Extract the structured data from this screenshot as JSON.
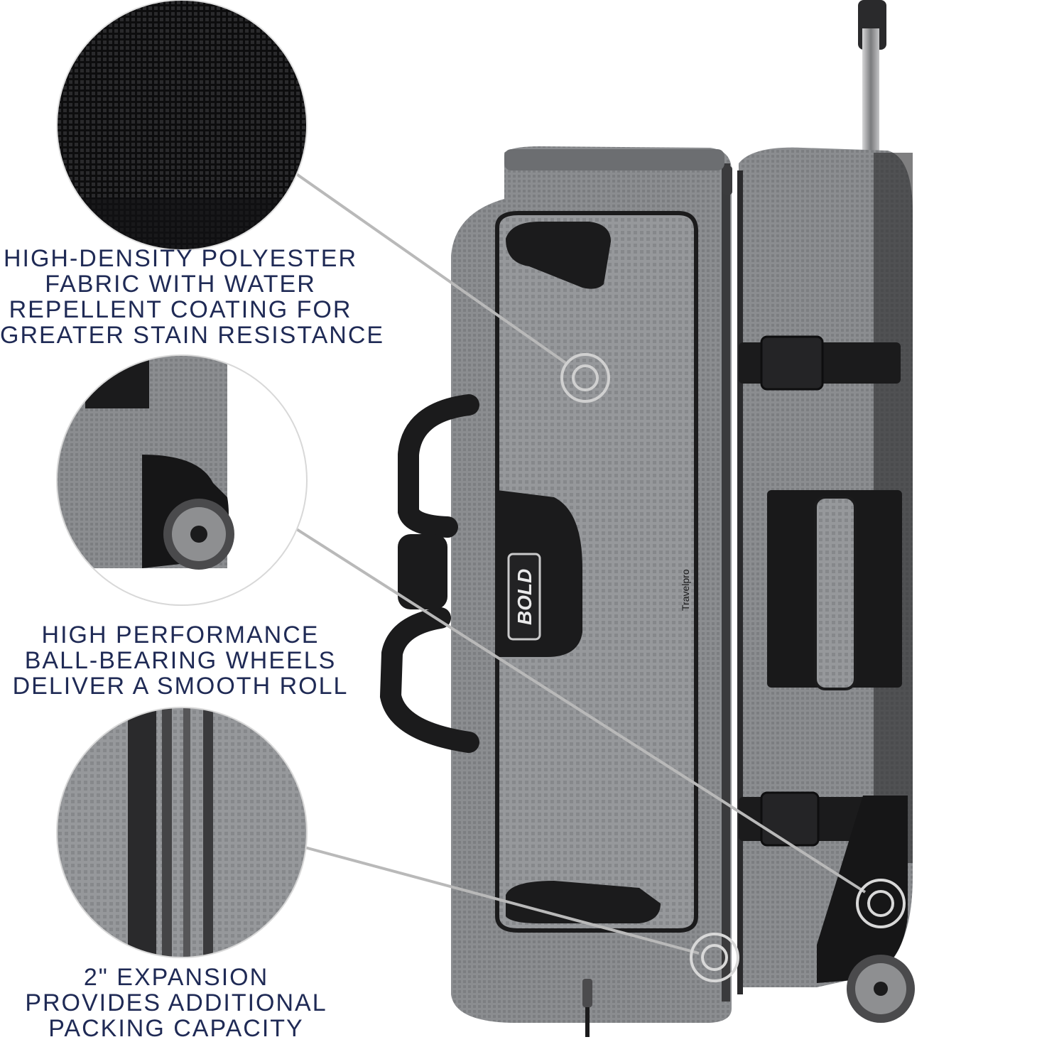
{
  "features": [
    {
      "id": "fabric",
      "lines": [
        "HIGH-DENSITY POLYESTER",
        "FABRIC WITH WATER",
        "REPELLENT COATING FOR",
        "GREATER STAIN RESISTANCE"
      ]
    },
    {
      "id": "wheels",
      "lines": [
        "HIGH PERFORMANCE",
        "BALL-BEARING WHEELS",
        "DELIVER A SMOOTH ROLL"
      ]
    },
    {
      "id": "expansion",
      "lines": [
        "2\" EXPANSION",
        "PROVIDES ADDITIONAL",
        "PACKING CAPACITY"
      ]
    }
  ],
  "product": {
    "logo_text": "BOLD",
    "brand_text": "Travelpro"
  },
  "colors": {
    "text_navy": "#1f2a55",
    "bag_gray": "#8a8c8f",
    "trim_black": "#1b1b1c",
    "callout_line": "#b9b9b9"
  }
}
